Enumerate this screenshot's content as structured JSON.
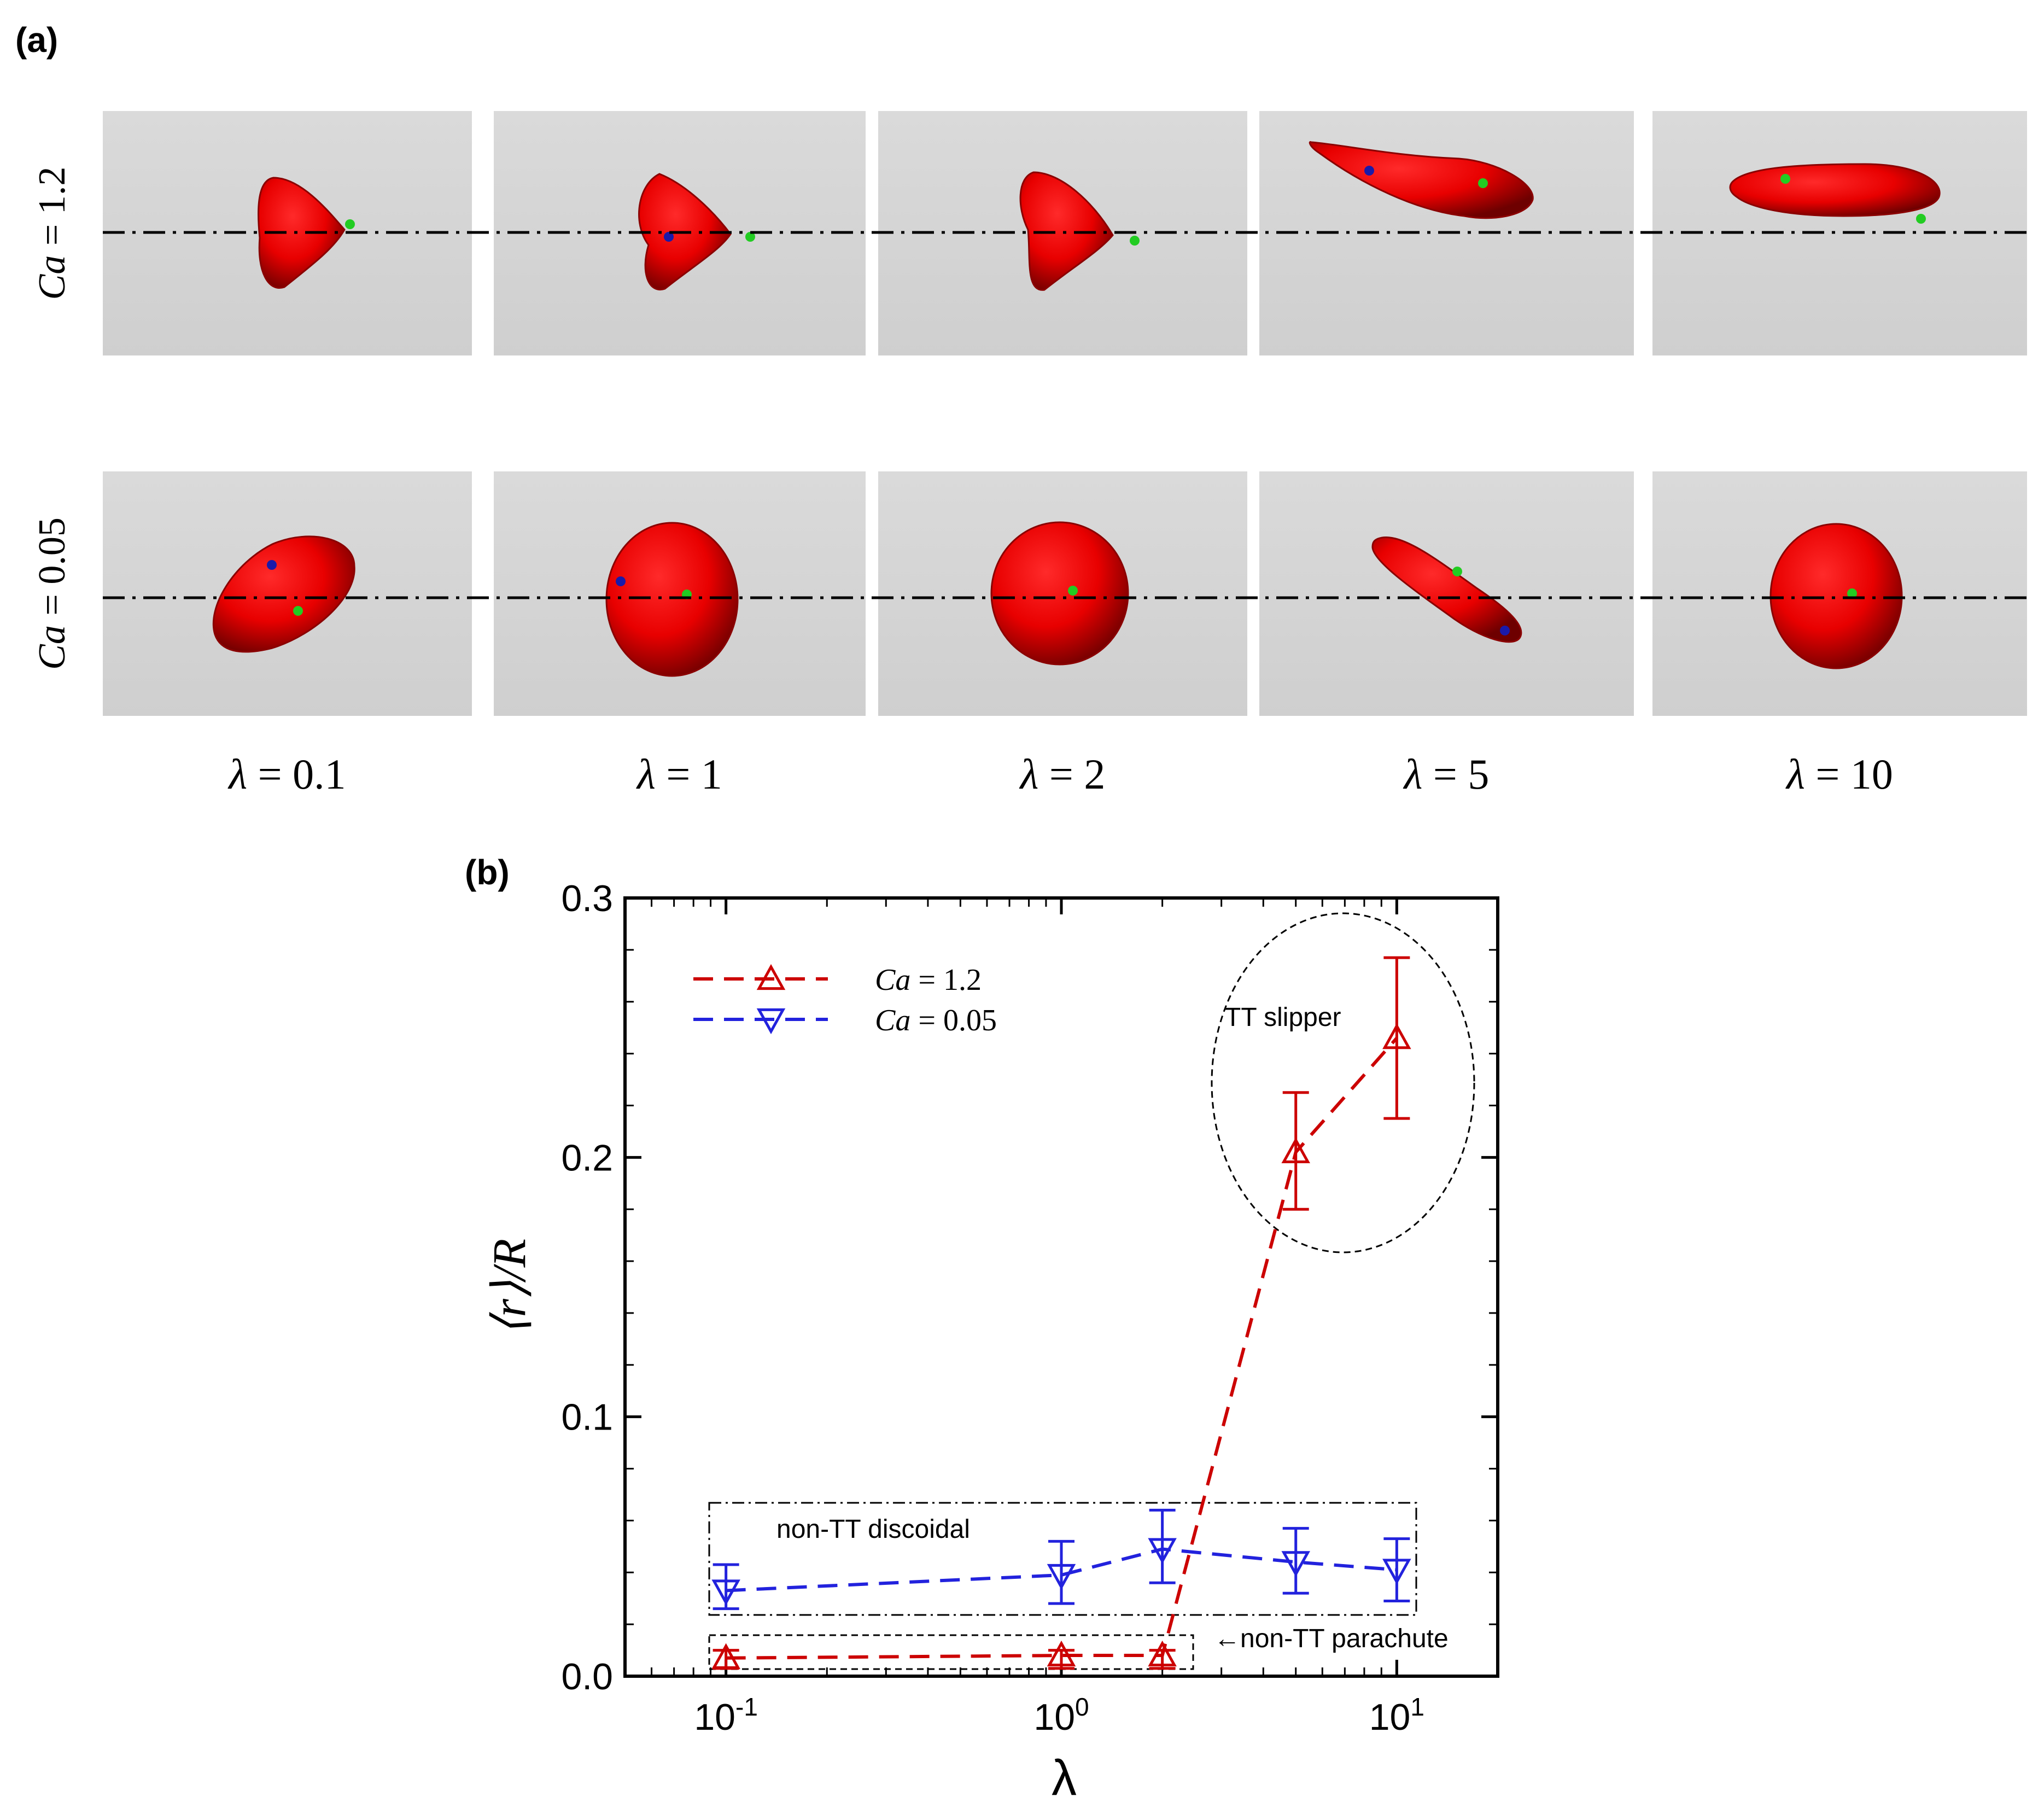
{
  "panel_a": {
    "label": "(a)",
    "rows": [
      {
        "label_var": "Ca",
        "label_val": " = 1.2"
      },
      {
        "label_var": "Ca",
        "label_val": " = 0.05"
      }
    ],
    "columns": [
      {
        "var": "λ",
        "val": " = 0.1"
      },
      {
        "var": "λ",
        "val": " = 1"
      },
      {
        "var": "λ",
        "val": " = 2"
      },
      {
        "var": "λ",
        "val": " = 5"
      },
      {
        "var": "λ",
        "val": " = 10"
      }
    ],
    "colors": {
      "cell_fill": "#ff0000",
      "cell_shade": "#8a0000",
      "background": "#d4d4d4",
      "marker_green": "#22cc22",
      "marker_blue": "#1a1aaa"
    }
  },
  "panel_b": {
    "label": "(b)",
    "chart_data": {
      "type": "line",
      "x_scale": "log",
      "xlim": [
        0.05,
        20
      ],
      "ylim": [
        0,
        0.3
      ],
      "xlabel": "λ",
      "ylabel": "⟨r⟩/R",
      "x_ticks": [
        {
          "value": 0.1,
          "base": "10",
          "exp": "-1"
        },
        {
          "value": 1,
          "base": "10",
          "exp": "0"
        },
        {
          "value": 10,
          "base": "10",
          "exp": "1"
        }
      ],
      "y_ticks": [
        "0.0",
        "0.1",
        "0.2",
        "0.3"
      ],
      "y_tick_values": [
        0,
        0.1,
        0.2,
        0.3
      ],
      "series": [
        {
          "name_var": "Ca",
          "name_val": " = 1.2",
          "color": "#cc0000",
          "marker": "triangle-up",
          "x": [
            0.1,
            1,
            2,
            5,
            10
          ],
          "y": [
            0.007,
            0.008,
            0.008,
            0.202,
            0.246
          ],
          "err_low": [
            0.003,
            0.003,
            0.003,
            0.18,
            0.215
          ],
          "err_high": [
            0.01,
            0.01,
            0.01,
            0.225,
            0.277
          ]
        },
        {
          "name_var": "Ca",
          "name_val": " = 0.05",
          "color": "#2222dd",
          "marker": "triangle-down",
          "x": [
            0.1,
            1,
            2,
            5,
            10
          ],
          "y": [
            0.033,
            0.039,
            0.049,
            0.044,
            0.041
          ],
          "err_low": [
            0.026,
            0.028,
            0.036,
            0.032,
            0.029
          ],
          "err_high": [
            0.043,
            0.052,
            0.064,
            0.057,
            0.053
          ]
        }
      ],
      "legend_position": "top-left",
      "annotations": [
        {
          "text": "TT slipper"
        },
        {
          "text": "non-TT discoidal"
        },
        {
          "text": "←non-TT parachute"
        }
      ]
    }
  }
}
